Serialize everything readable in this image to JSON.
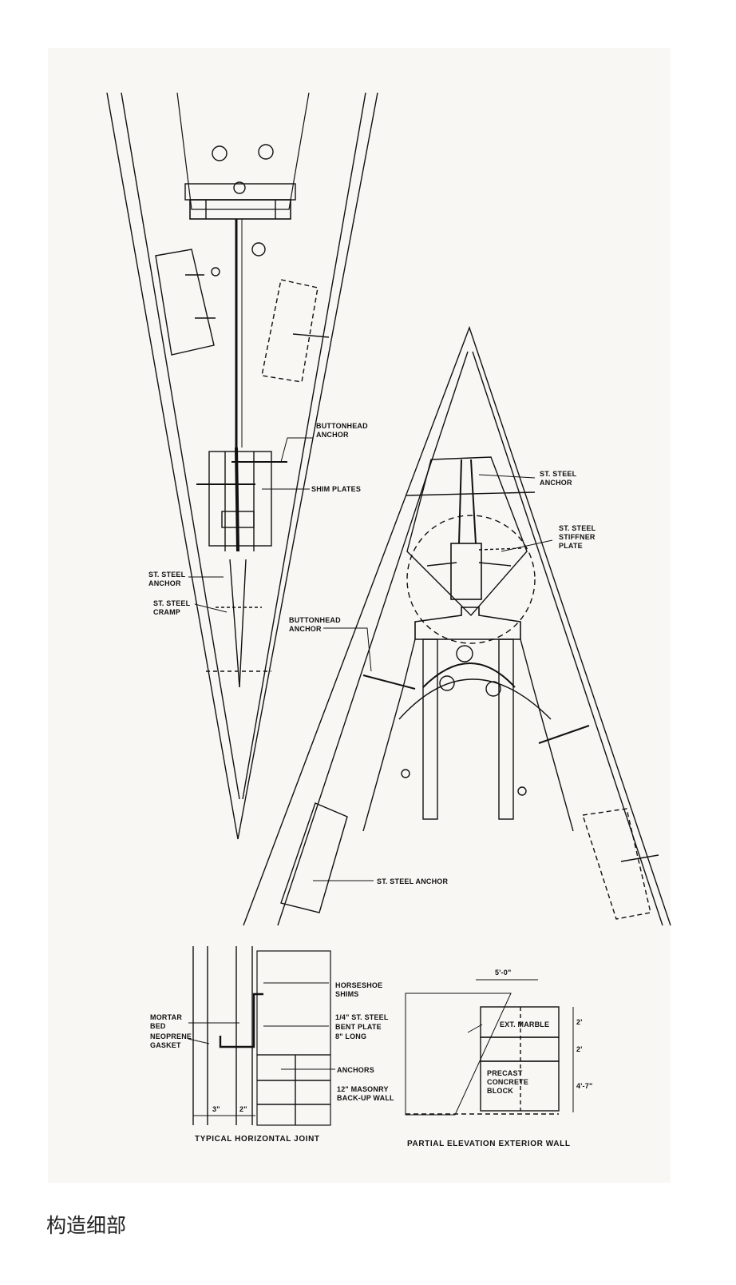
{
  "caption": "构造细部",
  "labels": {
    "buttonhead_anchor_1": [
      "BUTTONHEAD",
      "ANCHOR"
    ],
    "shim_plates": "SHIM PLATES",
    "st_steel_anchor_1": [
      "ST. STEEL",
      "ANCHOR"
    ],
    "st_steel_cramp": [
      "ST. STEEL",
      "CRAMP"
    ],
    "buttonhead_anchor_2": [
      "BUTTONHEAD",
      "ANCHOR"
    ],
    "st_steel_anchor_2": [
      "ST. STEEL",
      "ANCHOR"
    ],
    "stiffner_plate": [
      "ST. STEEL",
      "STIFFNER",
      "PLATE"
    ],
    "st_steel_anchor_3": "ST. STEEL ANCHOR",
    "horseshoe_shims": [
      "HORSESHOE",
      "SHIMS"
    ],
    "mortar_bed": [
      "MORTAR",
      "BED"
    ],
    "neoprene_gasket": [
      "NEOPRENE",
      "GASKET"
    ],
    "bent_plate": [
      "1/4\" ST. STEEL",
      "BENT PLATE",
      "8\" LONG"
    ],
    "anchors": "ANCHORS",
    "masonry_wall": [
      "12\" MASONRY",
      "BACK-UP WALL"
    ],
    "dim_3": "3\"",
    "dim_2": "2\"",
    "joint_title": "TYPICAL HORIZONTAL JOINT",
    "dim_5ft": "5'-0\"",
    "ext_marble": "EXT. MARBLE",
    "precast_block": [
      "PRECAST",
      "CONCRETE",
      "BLOCK"
    ],
    "dim_2a": "2'",
    "dim_2b": "2'",
    "dim_4ft7": "4'-7\"",
    "elevation_title": "PARTIAL ELEVATION EXTERIOR WALL"
  }
}
